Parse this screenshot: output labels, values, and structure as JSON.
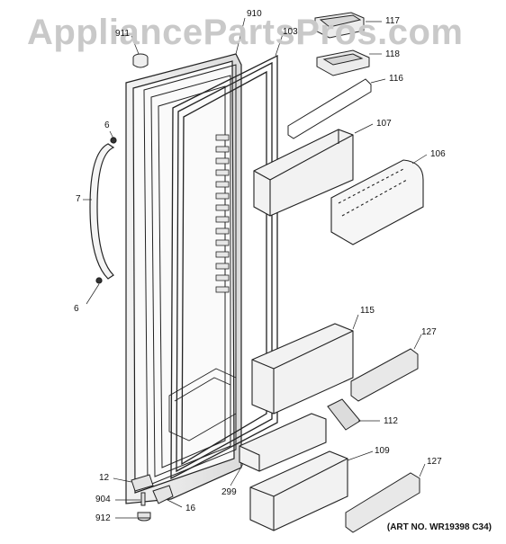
{
  "watermark": "AppliancePartsPros.com",
  "art_number": "(ART NO. WR19398 C34)",
  "callouts": {
    "c910": "910",
    "c911": "911",
    "c103": "103",
    "c117": "117",
    "c118": "118",
    "c116": "116",
    "c107": "107",
    "c106": "106",
    "c6a": "6",
    "c7": "7",
    "c6b": "6",
    "c115": "115",
    "c127a": "127",
    "c112": "112",
    "c109": "109",
    "c127b": "127",
    "c12": "12",
    "c904": "904",
    "c16": "16",
    "c912": "912",
    "c299": "299"
  },
  "colors": {
    "line": "#222222",
    "shade": "#cfcfcf",
    "watermark": "#c9c9c9"
  }
}
